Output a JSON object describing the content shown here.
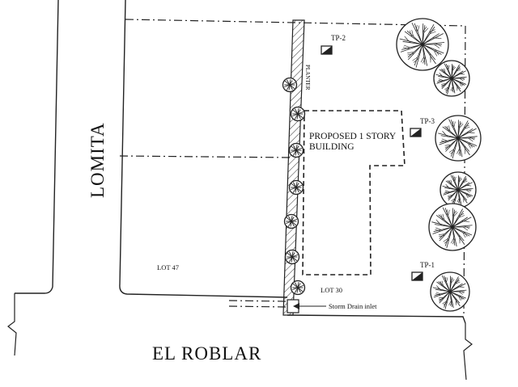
{
  "streets": {
    "vertical": "LOMITA",
    "horizontal": "EL ROBLAR"
  },
  "labels": {
    "building": [
      "PROPOSED 1 STORY",
      "BUILDING"
    ],
    "planter": "PLANTER",
    "lot_47": "LOT 47",
    "lot_30": "LOT 30",
    "storm_drain": "Storm Drain inlet"
  },
  "test_pits": [
    {
      "label": "TP-1"
    },
    {
      "label": "TP-2"
    },
    {
      "label": "TP-3"
    }
  ],
  "icons": {
    "tree": "tree-symbol-icon",
    "test_pit": "test-pit-marker-icon",
    "break_line": "break-line-icon",
    "arrow": "arrow-icon"
  }
}
